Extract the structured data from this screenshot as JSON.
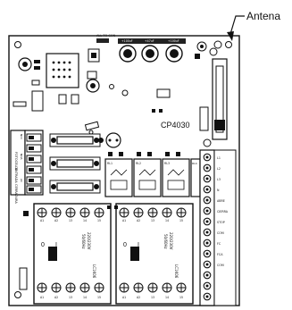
{
  "callout": {
    "label": "Antena"
  },
  "board": {
    "model_label": "CP4030",
    "connector_labels": {
      "conn1": "ALL TO CON",
      "conn2": "FOLOT"
    },
    "capacitor_labels": [
      "+100uF",
      "+47uF",
      "+100uF"
    ],
    "left_terminal_labels": [
      "FOTOCELDA",
      "ENTRADA",
      "CERRADURA"
    ],
    "left_terminal_label_short": [
      "NOI",
      "NOA",
      "AC"
    ],
    "relay_labels": [
      "RL1",
      "RL2",
      "RL3",
      "RL4"
    ],
    "contactors": [
      {
        "coil_label": "220/230V",
        "freq_label": "50/60Hz",
        "part_label": "LC1K06",
        "top_pins": [
          "A1",
          "A2",
          "13",
          "14",
          "15"
        ],
        "bottom_pins": [
          "A1",
          "A2",
          "13",
          "14",
          "15"
        ]
      },
      {
        "coil_label": "220/230V",
        "freq_label": "50/60Hz",
        "part_label": "LC1K06",
        "top_pins": [
          "A1",
          "A2",
          "13",
          "14",
          "15"
        ],
        "bottom_pins": [
          "A1",
          "A2",
          "13",
          "14",
          "15"
        ]
      }
    ],
    "contactor_switch_marks": [
      "0",
      "I",
      "0",
      "I"
    ],
    "right_terminal_labels": [
      "L1",
      "L2",
      "L3",
      "N",
      "ABRE",
      "CIERRA",
      "STOP",
      "COM",
      "FC",
      "FCA",
      "COM"
    ]
  }
}
